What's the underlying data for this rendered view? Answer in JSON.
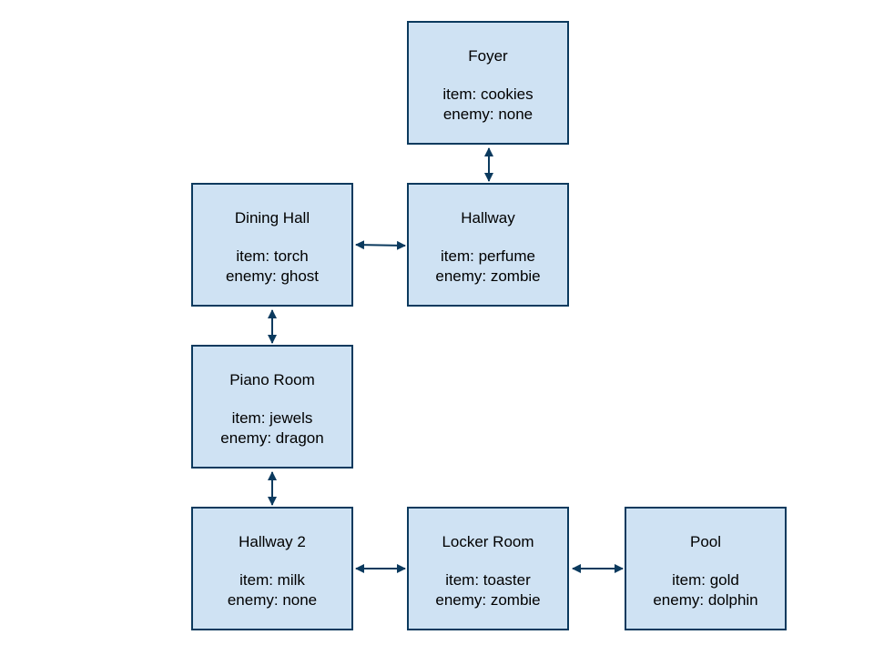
{
  "colors": {
    "node_fill": "#cfe2f3",
    "node_border": "#0b3a5e",
    "edge": "#0b3a5e"
  },
  "rooms": [
    {
      "id": "foyer",
      "title": "Foyer",
      "item": "item: cookies",
      "enemy": "enemy: none"
    },
    {
      "id": "hallway",
      "title": "Hallway",
      "item": "item: perfume",
      "enemy": "enemy: zombie"
    },
    {
      "id": "dining-hall",
      "title": "Dining Hall",
      "item": "item: torch",
      "enemy": "enemy: ghost"
    },
    {
      "id": "piano-room",
      "title": "Piano Room",
      "item": "item: jewels",
      "enemy": "enemy: dragon"
    },
    {
      "id": "hallway-2",
      "title": "Hallway 2",
      "item": "item: milk",
      "enemy": "enemy: none"
    },
    {
      "id": "locker-room",
      "title": "Locker Room",
      "item": "item: toaster",
      "enemy": "enemy: zombie"
    },
    {
      "id": "pool",
      "title": "Pool",
      "item": "item: gold",
      "enemy": "enemy: dolphin"
    }
  ],
  "connections": [
    {
      "from": "foyer",
      "to": "hallway",
      "direction": "bidirectional"
    },
    {
      "from": "dining-hall",
      "to": "hallway",
      "direction": "bidirectional"
    },
    {
      "from": "dining-hall",
      "to": "piano-room",
      "direction": "bidirectional"
    },
    {
      "from": "piano-room",
      "to": "hallway-2",
      "direction": "bidirectional"
    },
    {
      "from": "hallway-2",
      "to": "locker-room",
      "direction": "bidirectional"
    },
    {
      "from": "locker-room",
      "to": "pool",
      "direction": "bidirectional"
    }
  ]
}
